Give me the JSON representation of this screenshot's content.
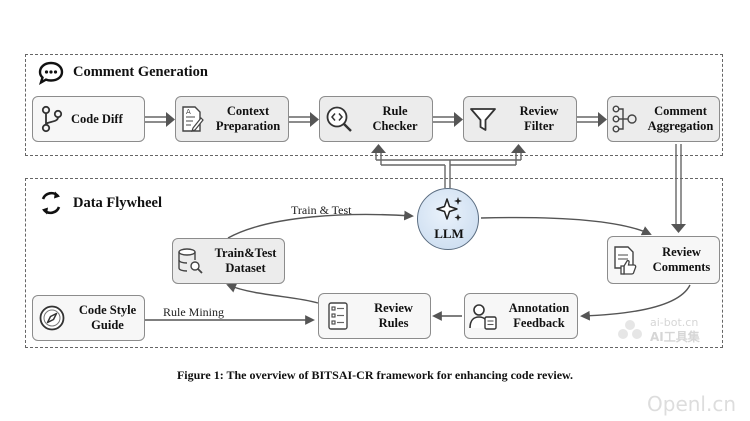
{
  "regions": {
    "comment_generation": "Comment Generation",
    "data_flywheel": "Data Flywheel"
  },
  "nodes": {
    "code_diff": "Code Diff",
    "context_preparation": "Context\nPreparation",
    "rule_checker": "Rule\nChecker",
    "review_filter": "Review\nFilter",
    "comment_aggregation": "Comment\nAggregation",
    "llm": "LLM",
    "train_test_dataset": "Train&Test\nDataset",
    "review_comments": "Review\nComments",
    "code_style_guide": "Code Style\nGuide",
    "review_rules": "Review\nRules",
    "annotation_feedback": "Annotation\nFeedback"
  },
  "edges": {
    "train_test": "Train & Test",
    "rule_mining": "Rule Mining"
  },
  "caption": "Figure 1: The overview of BITSAI-CR framework for enhancing code review.",
  "watermarks": {
    "site": "ai-bot.cn",
    "tools": "AI工具集",
    "openl": "Openl.cn"
  },
  "icons": {
    "comment_generation": "chat-bubble-icon",
    "data_flywheel": "refresh-cycle-icon",
    "code_diff": "git-branch-icon",
    "context_preparation": "document-edit-icon",
    "rule_checker": "code-search-icon",
    "review_filter": "funnel-icon",
    "comment_aggregation": "merge-nodes-icon",
    "llm": "sparkles-icon",
    "train_test_dataset": "database-search-icon",
    "review_comments": "document-thumbs-up-icon",
    "code_style_guide": "compass-icon",
    "review_rules": "rules-list-icon",
    "annotation_feedback": "user-feedback-icon"
  },
  "colors": {
    "node_fill": "#ececec",
    "llm_fill": "#c6d9ee",
    "llm_border": "#5a6c80",
    "arrow": "#666666"
  }
}
